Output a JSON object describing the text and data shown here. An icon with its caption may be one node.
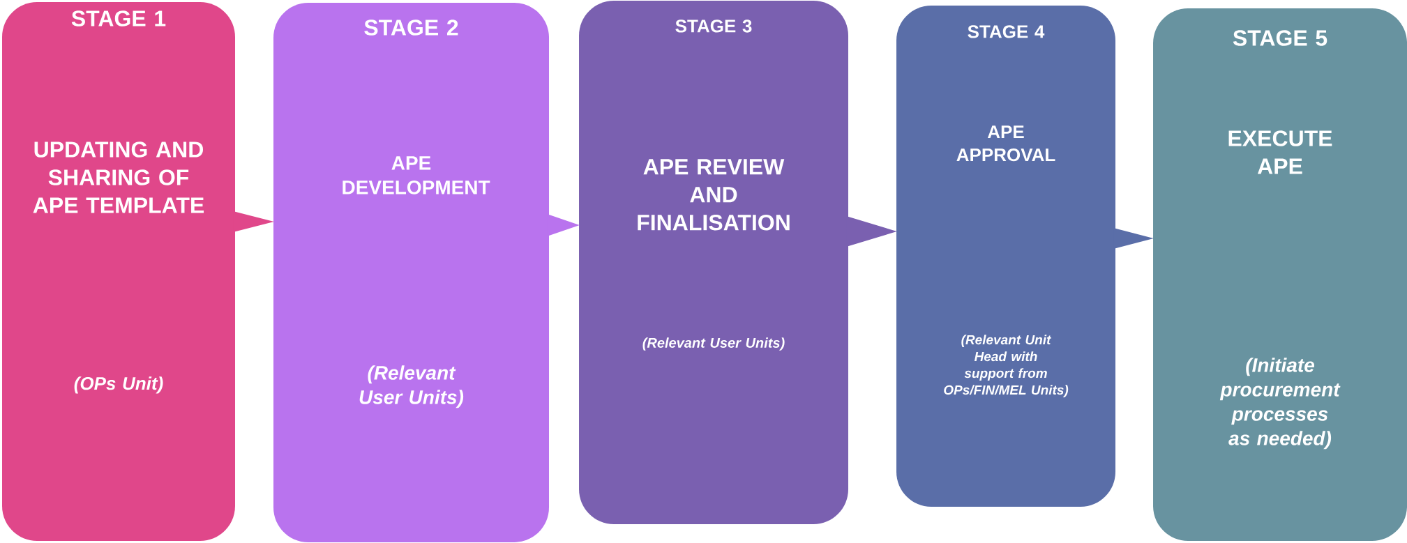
{
  "diagram": {
    "nodes": [
      {
        "text": [
          "STAGE 1",
          "UPDATING AND SHARING OF APE TEMPLATE",
          "(OPs Unit)"
        ]
      },
      {
        "text": [
          "STAGE 2",
          "APE DEVELOPMENT",
          "(Relevant User Units)"
        ]
      },
      {
        "text": [
          "STAGE 3",
          "APE REVIEW AND FINALISATION",
          "(Relevant User Units)"
        ]
      },
      {
        "text": [
          "STAGE 4",
          "APE APPROVAL",
          "(Relevant Unit Head with support from OPs/FIN/MEL Units)"
        ]
      },
      {
        "text": [
          "STAGE 5",
          "EXECUTE APE",
          "(Initiate procurement processes as needed)"
        ]
      }
    ],
    "edges": [
      {
        "from": 0,
        "to": 1,
        "arrow": "to"
      },
      {
        "from": 1,
        "to": 2,
        "arrow": "to"
      },
      {
        "from": 2,
        "to": 3,
        "arrow": "to"
      },
      {
        "from": 3,
        "to": 4,
        "arrow": "to"
      }
    ]
  }
}
